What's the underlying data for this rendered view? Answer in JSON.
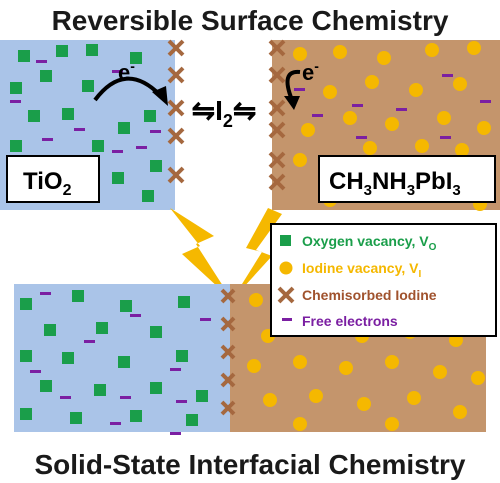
{
  "title_top": "Reversible Surface Chemistry",
  "title_bottom": "Solid-State Interfacial Chemistry",
  "electron_left": "e",
  "electron_right": "e",
  "electron_sup": "-",
  "equilibrium": {
    "left_arrow": "⇋",
    "species": "I",
    "species_sub": "2",
    "right_arrow": "⇋"
  },
  "label_tio2": {
    "main": "TiO",
    "sub": "2"
  },
  "label_perovskite": {
    "p1": "CH",
    "s1": "3",
    "p2": "NH",
    "s2": "3",
    "p3": "PbI",
    "s3": "3"
  },
  "legend": {
    "oxygen": {
      "text": "Oxygen vacancy, V",
      "sub": "O",
      "color": "#1a9e4a"
    },
    "iodine": {
      "text": "Iodine vacancy, V",
      "sub": "I",
      "color": "#f5b800"
    },
    "chemisorbed": {
      "text": "Chemisorbed Iodine",
      "color": "#a0522d"
    },
    "electrons": {
      "text": "Free electrons",
      "color": "#7b1fa2"
    }
  },
  "colors": {
    "tio2_fill": "#aac4e8",
    "perovskite_fill": "#c4956c",
    "bolt": "#f5b800",
    "cross": "#a5683f"
  }
}
